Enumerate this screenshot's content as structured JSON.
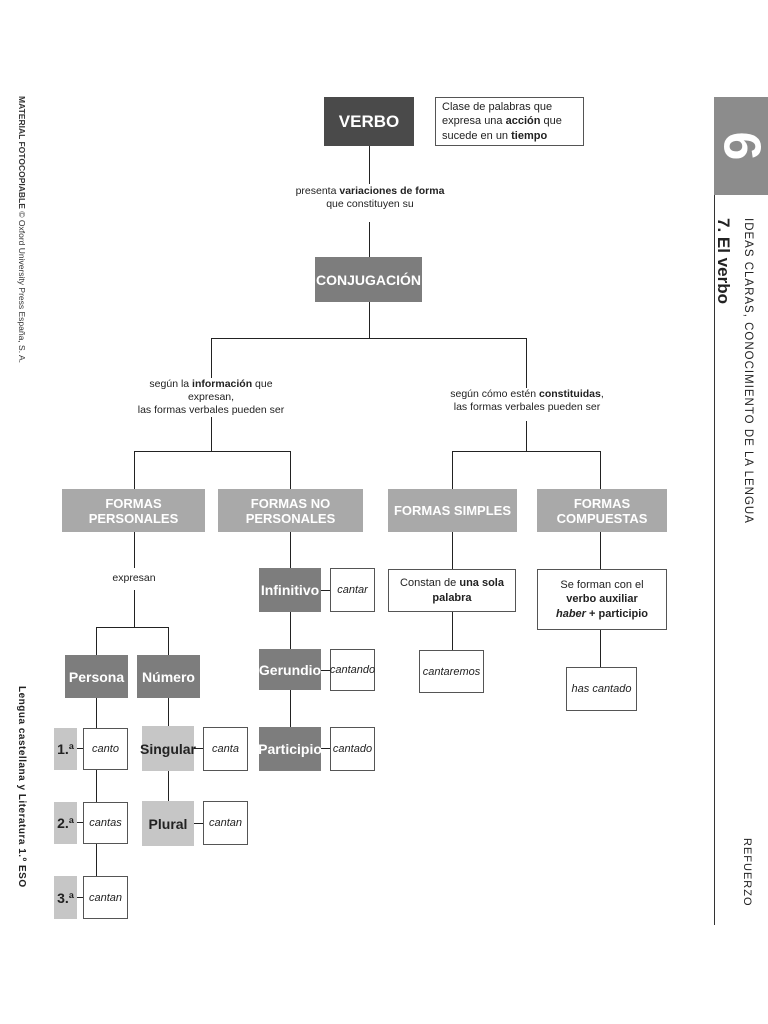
{
  "side": {
    "left_top_bold": "MATERIAL FOTOCOPIABLE",
    "left_top_rest": " © Oxford University Press España, S. A.",
    "left_bottom": "Lengua castellana y Literatura 1.º ESO",
    "unit_number": "6",
    "section_small": "IDEAS CLARAS, CONOCIMIENTO DE LA LENGUA",
    "section_title": "7. El verbo",
    "refuerzo": "REFUERZO"
  },
  "diagram": {
    "verbo": "VERBO",
    "verbo_def": {
      "pre": "Clase de palabras que expresa una ",
      "b1": "acción",
      "mid": " que sucede en un ",
      "b2": "tiempo"
    },
    "link1": {
      "pre": "presenta ",
      "bold": "variaciones de forma",
      "post": "que constituyen su"
    },
    "conjugacion": "CONJUGACIÓN",
    "link_left": {
      "pre": "según la ",
      "bold": "información",
      "post": " que expresan,",
      "line2": "las formas verbales pueden ser"
    },
    "link_right": {
      "pre": "según cómo estén ",
      "bold": "constituidas",
      "post": ",",
      "line2": "las formas verbales pueden ser"
    },
    "formas_personales": "FORMAS PERSONALES",
    "formas_no_personales": "FORMAS NO PERSONALES",
    "formas_simples": "FORMAS SIMPLES",
    "formas_compuestas": "FORMAS COMPUESTAS",
    "expresan": "expresan",
    "persona": "Persona",
    "numero": "Número",
    "personas": [
      {
        "label": "1.ª",
        "example": "canto"
      },
      {
        "label": "2.ª",
        "example": "cantas"
      },
      {
        "label": "3.ª",
        "example": "cantan"
      }
    ],
    "numeros": [
      {
        "label": "Singular",
        "example": "canta"
      },
      {
        "label": "Plural",
        "example": "cantan"
      }
    ],
    "no_personales": [
      {
        "label": "Infinitivo",
        "example": "cantar"
      },
      {
        "label": "Gerundio",
        "example": "cantando"
      },
      {
        "label": "Participio",
        "example": "cantado"
      }
    ],
    "simples_def": {
      "pre": "Constan de ",
      "bold": "una sola palabra"
    },
    "simples_example": "cantaremos",
    "compuestas_def": {
      "pre": "Se forman con el ",
      "bold": "verbo auxiliar",
      "it": "haber",
      "post": " + participio"
    },
    "compuestas_example": "has cantado"
  }
}
